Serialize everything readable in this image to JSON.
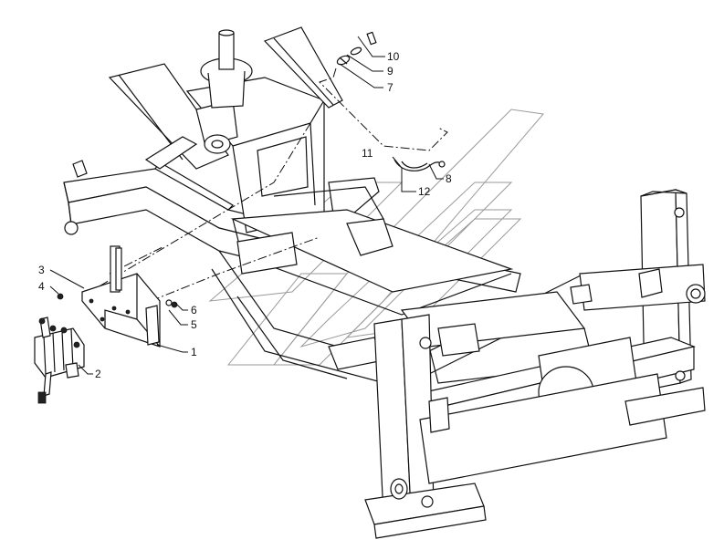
{
  "callouts": {
    "c1": "1",
    "c2": "2",
    "c3": "3",
    "c4": "4",
    "c5": "5",
    "c6": "6",
    "c7": "7",
    "c8": "8",
    "c9": "9",
    "c10": "10",
    "c11": "11",
    "c12": "12"
  },
  "colors": {
    "line": "#111111",
    "watermark": "#9a9a9a",
    "background": "#ffffff"
  }
}
